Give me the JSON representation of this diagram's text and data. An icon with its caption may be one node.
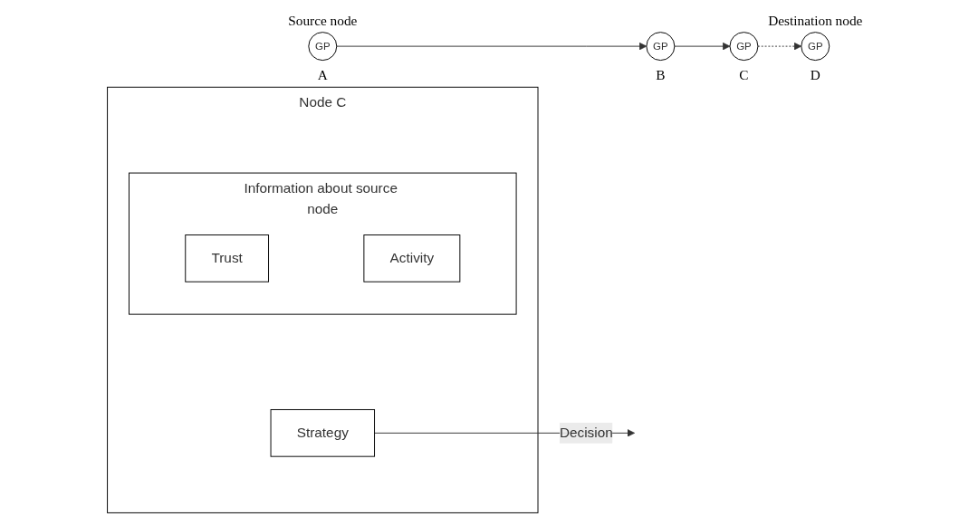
{
  "diagram": {
    "nodes": [
      {
        "text": [
          "GP"
        ],
        "beside": [
          "Source node",
          "A"
        ]
      },
      {
        "text": [
          "GP"
        ],
        "beside": [
          "B"
        ]
      },
      {
        "text": [
          "GP"
        ],
        "beside": [
          "C"
        ]
      },
      {
        "text": [
          "GP"
        ],
        "beside": [
          "Destination node",
          "D"
        ]
      },
      {
        "text": [
          "Node C"
        ]
      },
      {
        "text": [
          "Strategy"
        ],
        "in": 4
      },
      {
        "text": [
          "Information about source node"
        ],
        "in": 4
      },
      {
        "text": [
          "Trust"
        ],
        "in": 6
      },
      {
        "text": [
          "Activity"
        ],
        "in": 6
      }
    ],
    "edges": [
      {
        "from": 0,
        "to": 1,
        "arrow": "to"
      },
      {
        "from": 1,
        "to": 2,
        "arrow": "to"
      },
      {
        "from": 2,
        "to": 3,
        "arrow": "to",
        "style": "dashed"
      },
      {
        "from": 5,
        "to": null,
        "arrow": "to",
        "label": "Decision"
      }
    ]
  }
}
